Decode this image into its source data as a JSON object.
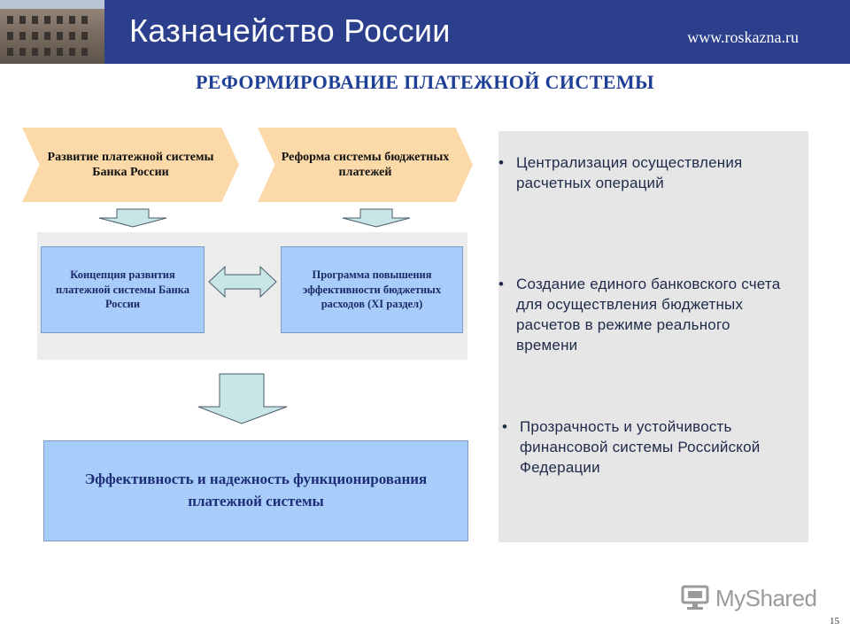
{
  "header": {
    "title": "Казначейство России",
    "url": "www.roskazna.ru"
  },
  "slide": {
    "title": "РЕФОРМИРОВАНИЕ ПЛАТЕЖНОЙ СИСТЕМЫ",
    "page_number": "15"
  },
  "diagram": {
    "chevrons": [
      "Развитие платежной системы Банка России",
      "Реформа системы бюджетных платежей"
    ],
    "concept_box": "Концепция развития платежной системы Банка России",
    "program_box": "Программа повышения эффективности бюджетных расходов (XI раздел)",
    "result_box": "Эффективность и надежность функционирования платежной системы",
    "colors": {
      "chevron": "#fcd9a8",
      "box": "#a8cdfa",
      "arrow": "#c8e6e6",
      "header": "#2b3f8c"
    }
  },
  "bullets": [
    "Централизация осуществления расчетных операций",
    "Создание единого банковского счета для осуществления бюджетных расчетов в режиме реального времени",
    "Прозрачность и устойчивость финансовой системы Российской Федерации"
  ],
  "watermark": {
    "text": "MyShared",
    "icon": "monitor-icon"
  }
}
